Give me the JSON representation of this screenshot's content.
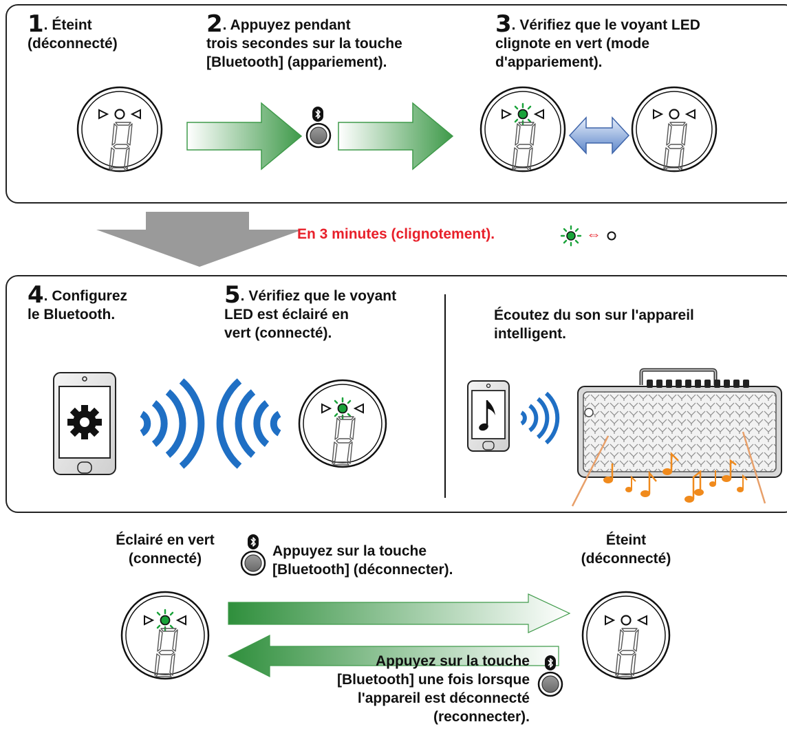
{
  "steps": {
    "s1": {
      "num": "1",
      "text": ". Éteint\n(déconnecté)"
    },
    "s2": {
      "num": "2",
      "text": ". Appuyez pendant\ntrois secondes sur la touche\n[Bluetooth] (appariement)."
    },
    "s3": {
      "num": "3",
      "text": ". Vérifiez que le voyant LED\nclignote en vert (mode\nd'appariement)."
    },
    "s4": {
      "num": "4",
      "text": ". Configurez\nle Bluetooth."
    },
    "s5": {
      "num": "5",
      "text": ". Vérifiez que le voyant\nLED est éclairé en\nvert (connecté)."
    }
  },
  "middle": {
    "note": "En 3 minutes (clignotement).",
    "symbol": "⇔"
  },
  "listen": {
    "text": "Écoutez du son sur l'appareil\nintelligent."
  },
  "bottom": {
    "left_state": "Éclairé en vert\n(connecté)",
    "right_state": "Éteint\n(déconnecté)",
    "disconnect": "Appuyez sur la touche\n[Bluetooth] (déconnecter).",
    "reconnect": "Appuyez sur la touche\n[Bluetooth] une fois lorsque\nl'appareil est déconnecté\n(reconnecter)."
  },
  "colors": {
    "led_green": "#1aa33a",
    "wave_blue": "#1f6fc4",
    "note_orange": "#f08a1c",
    "accent_red": "#e8202a",
    "arrow_green": "#3f9a4a"
  }
}
